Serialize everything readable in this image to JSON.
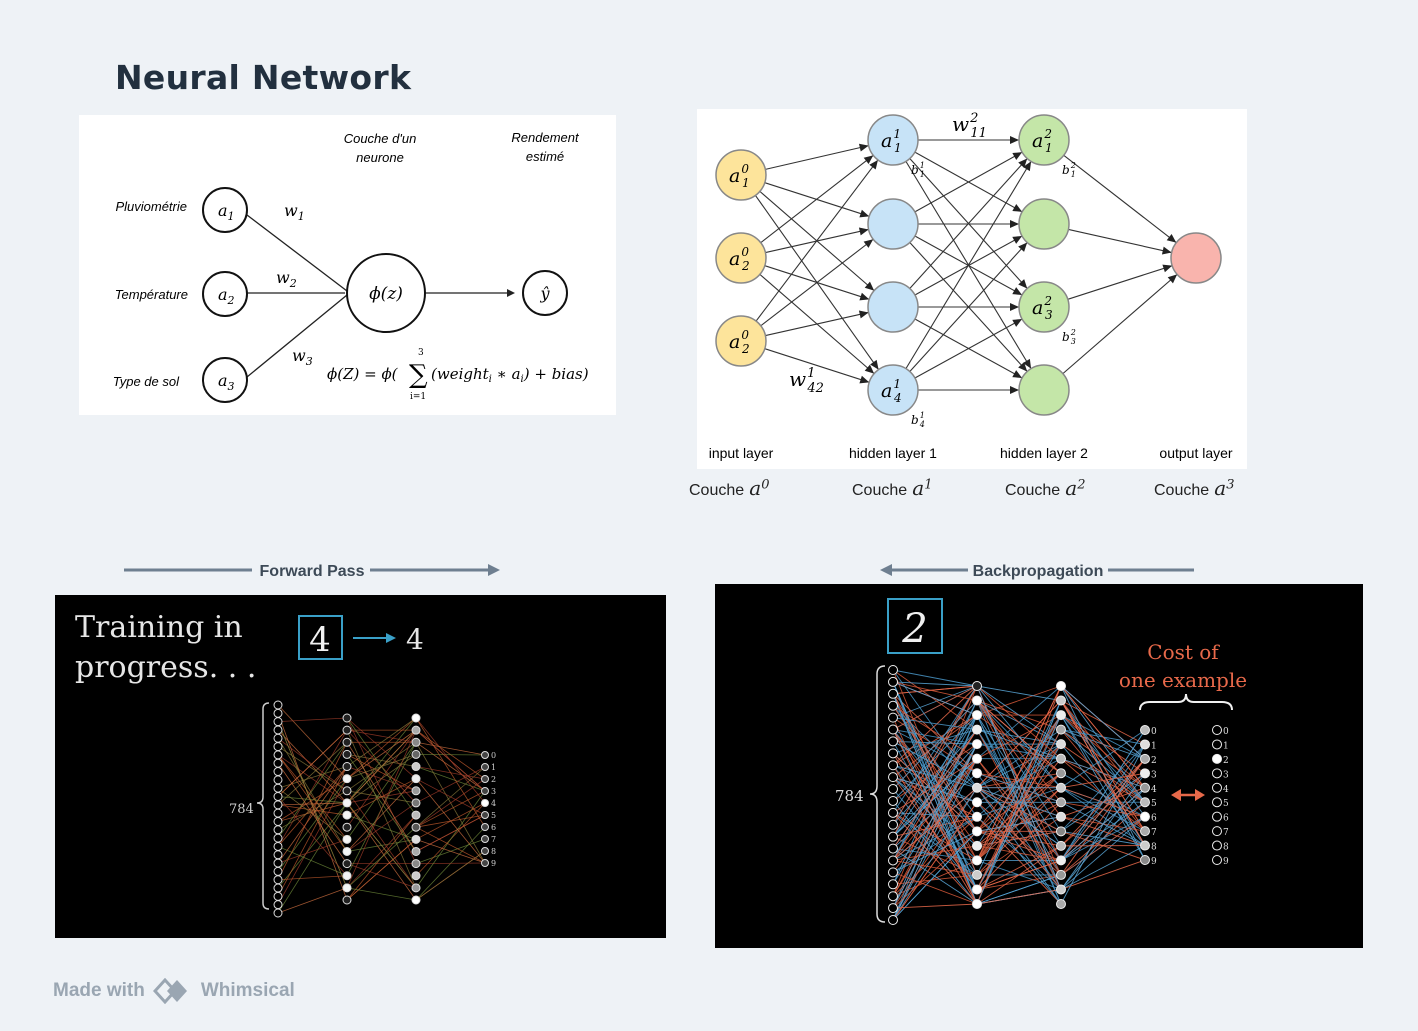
{
  "page_title": "Neural Network",
  "perceptron": {
    "header_layer": "Couche d'un neurone",
    "header_layer_l1": "Couche d'un",
    "header_layer_l2": "neurone",
    "header_output_l1": "Rendement",
    "header_output_l2": "estimé",
    "inputs": [
      {
        "label": "Pluviométrie",
        "node": "a",
        "sub": "1",
        "weight": "w",
        "wsub": "1"
      },
      {
        "label": "Température",
        "node": "a",
        "sub": "2",
        "weight": "w",
        "wsub": "2"
      },
      {
        "label": "Type de sol",
        "node": "a",
        "sub": "3",
        "weight": "w",
        "wsub": "3"
      }
    ],
    "neuron": "ϕ(z)",
    "output": "ŷ",
    "formula_left": "ϕ(Z) = ϕ(",
    "formula_sum": "∑",
    "formula_top": "3",
    "formula_bottom": "i=1",
    "formula_right": "(weight",
    "formula_sub": "i",
    "formula_mid": " ∗ a",
    "formula_sub2": "i",
    "formula_end": ") + bias)"
  },
  "mlp": {
    "layer_labels": [
      "input layer",
      "hidden layer 1",
      "hidden layer 2",
      "output layer"
    ],
    "couche_labels": [
      "Couche",
      "Couche",
      "Couche",
      "Couche"
    ],
    "couche_sups": [
      "0",
      "1",
      "2",
      "3"
    ],
    "input_nodes": [
      {
        "base": "a",
        "sub": "1",
        "sup": "0"
      },
      {
        "base": "a",
        "sub": "2",
        "sup": "0"
      },
      {
        "base": "a",
        "sub": "2",
        "sup": "0"
      }
    ],
    "h1_nodes": [
      {
        "base": "a",
        "sub": "1",
        "sup": "1",
        "bias": "b",
        "bsub": "1",
        "bsup": "1"
      },
      {
        "base": "",
        "sub": "",
        "sup": ""
      },
      {
        "base": "",
        "sub": "",
        "sup": ""
      },
      {
        "base": "a",
        "sub": "4",
        "sup": "1",
        "bias": "b",
        "bsub": "4",
        "bsup": "1"
      }
    ],
    "h2_nodes": [
      {
        "base": "a",
        "sub": "1",
        "sup": "2",
        "bias": "b",
        "bsub": "1",
        "bsup": "2"
      },
      {
        "base": "",
        "sub": "",
        "sup": ""
      },
      {
        "base": "a",
        "sub": "3",
        "sup": "2",
        "bias": "b",
        "bsub": "3",
        "bsup": "2"
      },
      {
        "base": "",
        "sub": "",
        "sup": ""
      }
    ],
    "weight_top": {
      "base": "w",
      "sub": "11",
      "sup": "2"
    },
    "weight_bottom": {
      "base": "w",
      "sub": "42",
      "sup": "1"
    },
    "colors": {
      "input": "#fde49b",
      "hidden1": "#c7e3f7",
      "hidden2": "#c4e6a8",
      "output": "#f9b4ad"
    }
  },
  "forward": {
    "arrow_label": "Forward Pass",
    "text_line1": "Training in",
    "text_line2": "progress. . .",
    "digit": "4",
    "predicted": "4",
    "input_count": "784",
    "output_digits": [
      "0",
      "1",
      "2",
      "3",
      "4",
      "5",
      "6",
      "7",
      "8",
      "9"
    ]
  },
  "backprop": {
    "arrow_label": "Backpropagation",
    "digit": "2",
    "cost_line1": "Cost of",
    "cost_line2": "one example",
    "input_count": "784",
    "output_digits": [
      "0",
      "1",
      "2",
      "3",
      "4",
      "5",
      "6",
      "7",
      "8",
      "9"
    ],
    "target_digits": [
      "0",
      "1",
      "2",
      "3",
      "4",
      "5",
      "6",
      "7",
      "8",
      "9"
    ],
    "accent": "#e8694a"
  },
  "footer": {
    "made_with": "Made with",
    "brand": "Whimsical"
  }
}
